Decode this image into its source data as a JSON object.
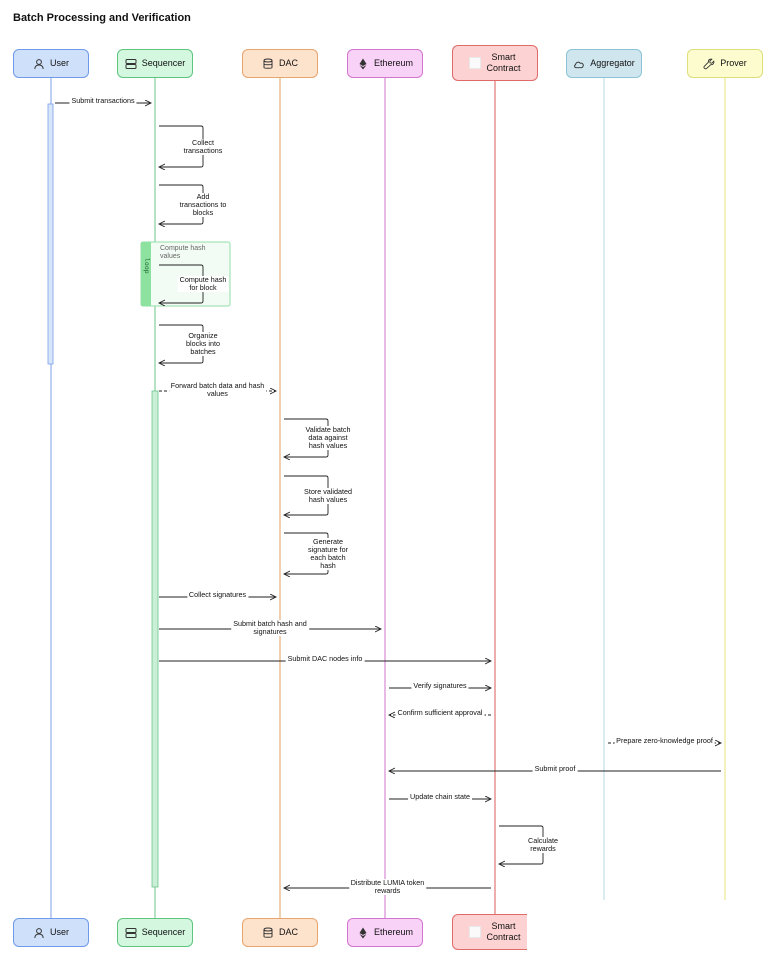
{
  "title": "Batch Processing and Verification",
  "participants": [
    {
      "id": "user",
      "label": "User",
      "icon": "user-icon",
      "fill": "#cfe0fb",
      "stroke": "#6e9ae8",
      "line": "#7b9fe6"
    },
    {
      "id": "sequencer",
      "label": "Sequencer",
      "icon": "server-icon",
      "fill": "#d3f7df",
      "stroke": "#5ec47f",
      "line": "#6cc68a"
    },
    {
      "id": "dac",
      "label": "DAC",
      "icon": "database-icon",
      "fill": "#fde2cc",
      "stroke": "#e8a66f",
      "line": "#e2a15f"
    },
    {
      "id": "ethereum",
      "label": "Ethereum",
      "icon": "ethereum-icon",
      "fill": "#f9d2f7",
      "stroke": "#d374cf",
      "line": "#d170cc"
    },
    {
      "id": "smartcontract",
      "label": "Smart\nContract",
      "icon": "blank-icon",
      "fill": "#fcd2d2",
      "stroke": "#e06a6a",
      "line": "#dc5b5b"
    },
    {
      "id": "aggregator",
      "label": "Aggregator",
      "icon": "cloud-icon",
      "fill": "#cfe6ee",
      "stroke": "#8cc3d6",
      "line": "#b5d9e4"
    },
    {
      "id": "prover",
      "label": "Prover",
      "icon": "wrench-icon",
      "fill": "#fdfccf",
      "stroke": "#dede7c",
      "line": "#e5e57a"
    }
  ],
  "loop": {
    "tag": "loop",
    "label": "Compute hash\nvalues"
  },
  "messages": [
    {
      "from": "user",
      "to": "sequencer",
      "label": "Submit transactions",
      "kind": "async"
    },
    {
      "from": "sequencer",
      "to": "sequencer",
      "label": "Collect\ntransactions",
      "kind": "sync"
    },
    {
      "from": "sequencer",
      "to": "sequencer",
      "label": "Add\ntransactions to\nblocks",
      "kind": "sync"
    },
    {
      "from": "sequencer",
      "to": "sequencer",
      "label": "Compute hash\nfor block",
      "kind": "sync"
    },
    {
      "from": "sequencer",
      "to": "sequencer",
      "label": "Organize\nblocks into\nbatches",
      "kind": "sync"
    },
    {
      "from": "sequencer",
      "to": "dac",
      "label": "Forward batch data and hash\nvalues",
      "kind": "async-dashed"
    },
    {
      "from": "dac",
      "to": "dac",
      "label": "Validate batch\ndata against\nhash values",
      "kind": "sync"
    },
    {
      "from": "dac",
      "to": "dac",
      "label": "Store validated\nhash values",
      "kind": "sync"
    },
    {
      "from": "dac",
      "to": "dac",
      "label": "Generate\nsignature for\neach batch\nhash",
      "kind": "sync"
    },
    {
      "from": "sequencer",
      "to": "dac",
      "label": "Collect signatures",
      "kind": "async"
    },
    {
      "from": "sequencer",
      "to": "ethereum",
      "label": "Submit batch hash and\nsignatures",
      "kind": "async"
    },
    {
      "from": "sequencer",
      "to": "smartcontract",
      "label": "Submit DAC nodes info",
      "kind": "async"
    },
    {
      "from": "ethereum",
      "to": "smartcontract",
      "label": "Verify signatures",
      "kind": "async"
    },
    {
      "from": "smartcontract",
      "to": "ethereum",
      "label": "Confirm sufficient approval",
      "kind": "async-dashed"
    },
    {
      "from": "aggregator",
      "to": "prover",
      "label": "Prepare zero-knowledge proof",
      "kind": "async-dashed"
    },
    {
      "from": "prover",
      "to": "ethereum",
      "label": "Submit proof",
      "kind": "async"
    },
    {
      "from": "ethereum",
      "to": "smartcontract",
      "label": "Update chain state",
      "kind": "async"
    },
    {
      "from": "smartcontract",
      "to": "smartcontract",
      "label": "Calculate\nrewards",
      "kind": "sync"
    },
    {
      "from": "smartcontract",
      "to": "dac",
      "label": "Distribute LUMIA token\nrewards",
      "kind": "async"
    }
  ]
}
